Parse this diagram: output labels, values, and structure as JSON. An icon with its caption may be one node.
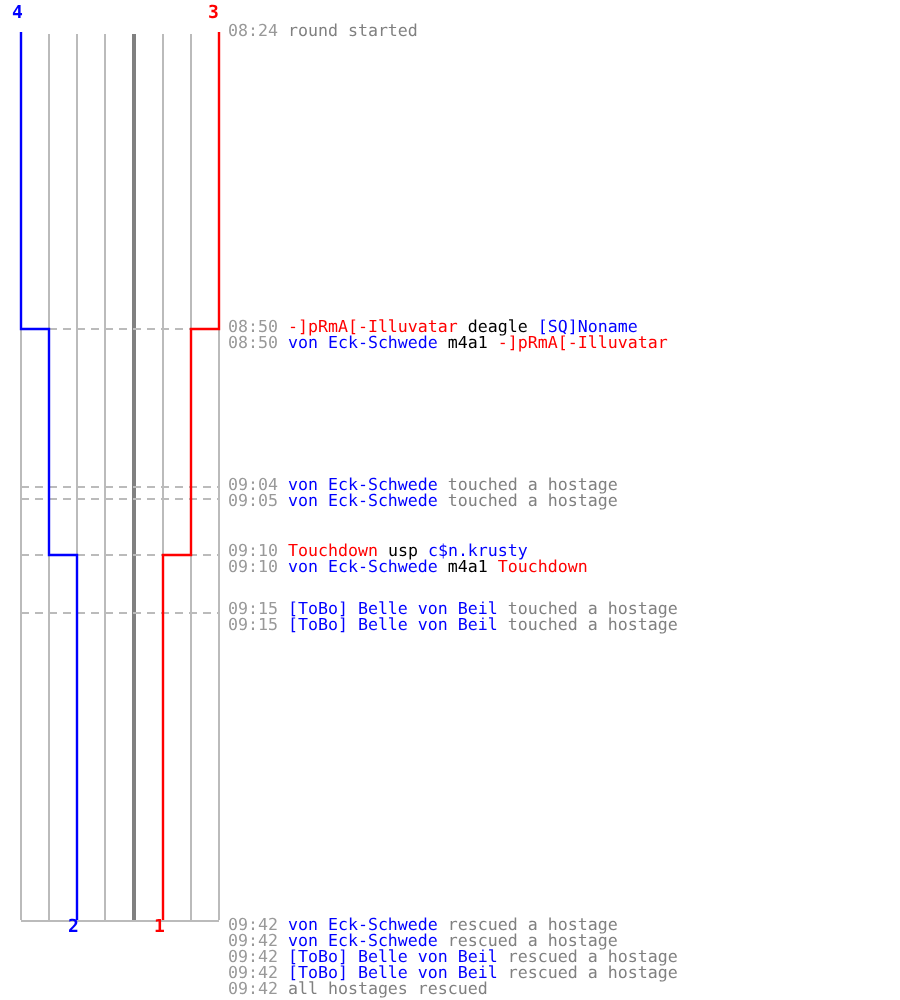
{
  "diagram": {
    "labels": [
      "4",
      "3",
      "08:24",
      "round started",
      "08:50",
      "-]pRmA[-Illuvatar",
      "deagle",
      "[SQ]Noname",
      "08:50",
      "von Eck-Schwede",
      "m4a1",
      "-]pRmA[-Illuvatar",
      "09:04",
      "von Eck-Schwede",
      "touched a hostage",
      "09:05",
      "von Eck-Schwede",
      "touched a hostage",
      "09:10",
      "Touchdown",
      "usp",
      "c$n.krusty",
      "09:10",
      "von Eck-Schwede",
      "m4a1",
      "Touchdown",
      "09:15",
      "[ToBo] Belle von Beil",
      "touched a hostage",
      "09:15",
      "[ToBo] Belle von Beil",
      "touched a hostage",
      "2",
      "1",
      "09:42",
      "von Eck-Schwede",
      "rescued a hostage",
      "09:42",
      "von Eck-Schwede",
      "rescued a hostage",
      "09:42",
      "[ToBo] Belle von Beil",
      "rescued a hostage",
      "09:42",
      "[ToBo] Belle von Beil",
      "rescued a hostage",
      "09:42",
      "all hostages rescued"
    ]
  }
}
